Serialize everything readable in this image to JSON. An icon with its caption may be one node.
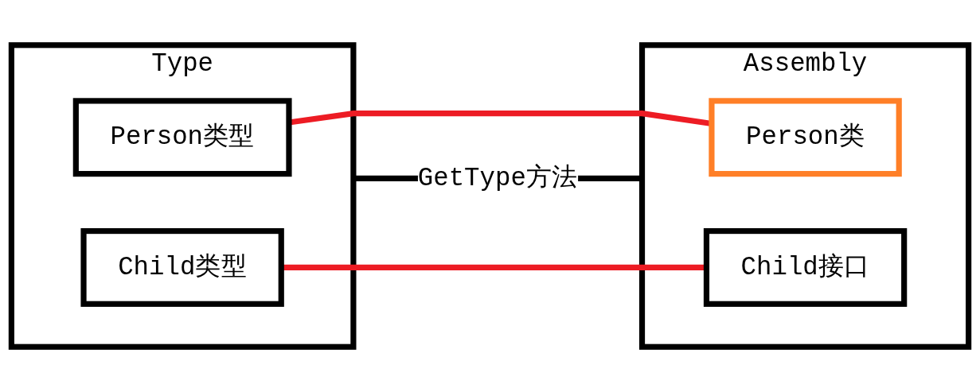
{
  "diagram": {
    "nodes": [
      {
        "text": [
          "Type"
        ]
      },
      {
        "text": [
          "Person类型"
        ],
        "in": 0
      },
      {
        "text": [
          "Child类型"
        ],
        "in": 0
      },
      {
        "text": [
          "Assembly"
        ]
      },
      {
        "text": [
          "Person类"
        ],
        "in": 3
      },
      {
        "text": [
          "Child接口"
        ],
        "in": 3
      }
    ],
    "edges": [
      {
        "from": 1,
        "to": 4,
        "arrow": "none",
        "color": "#ed1c24"
      },
      {
        "from": 0,
        "to": 3,
        "arrow": "none",
        "label": "GetType方法",
        "color": "#000000"
      },
      {
        "from": 2,
        "to": 5,
        "arrow": "none",
        "color": "#ed1c24"
      }
    ]
  }
}
